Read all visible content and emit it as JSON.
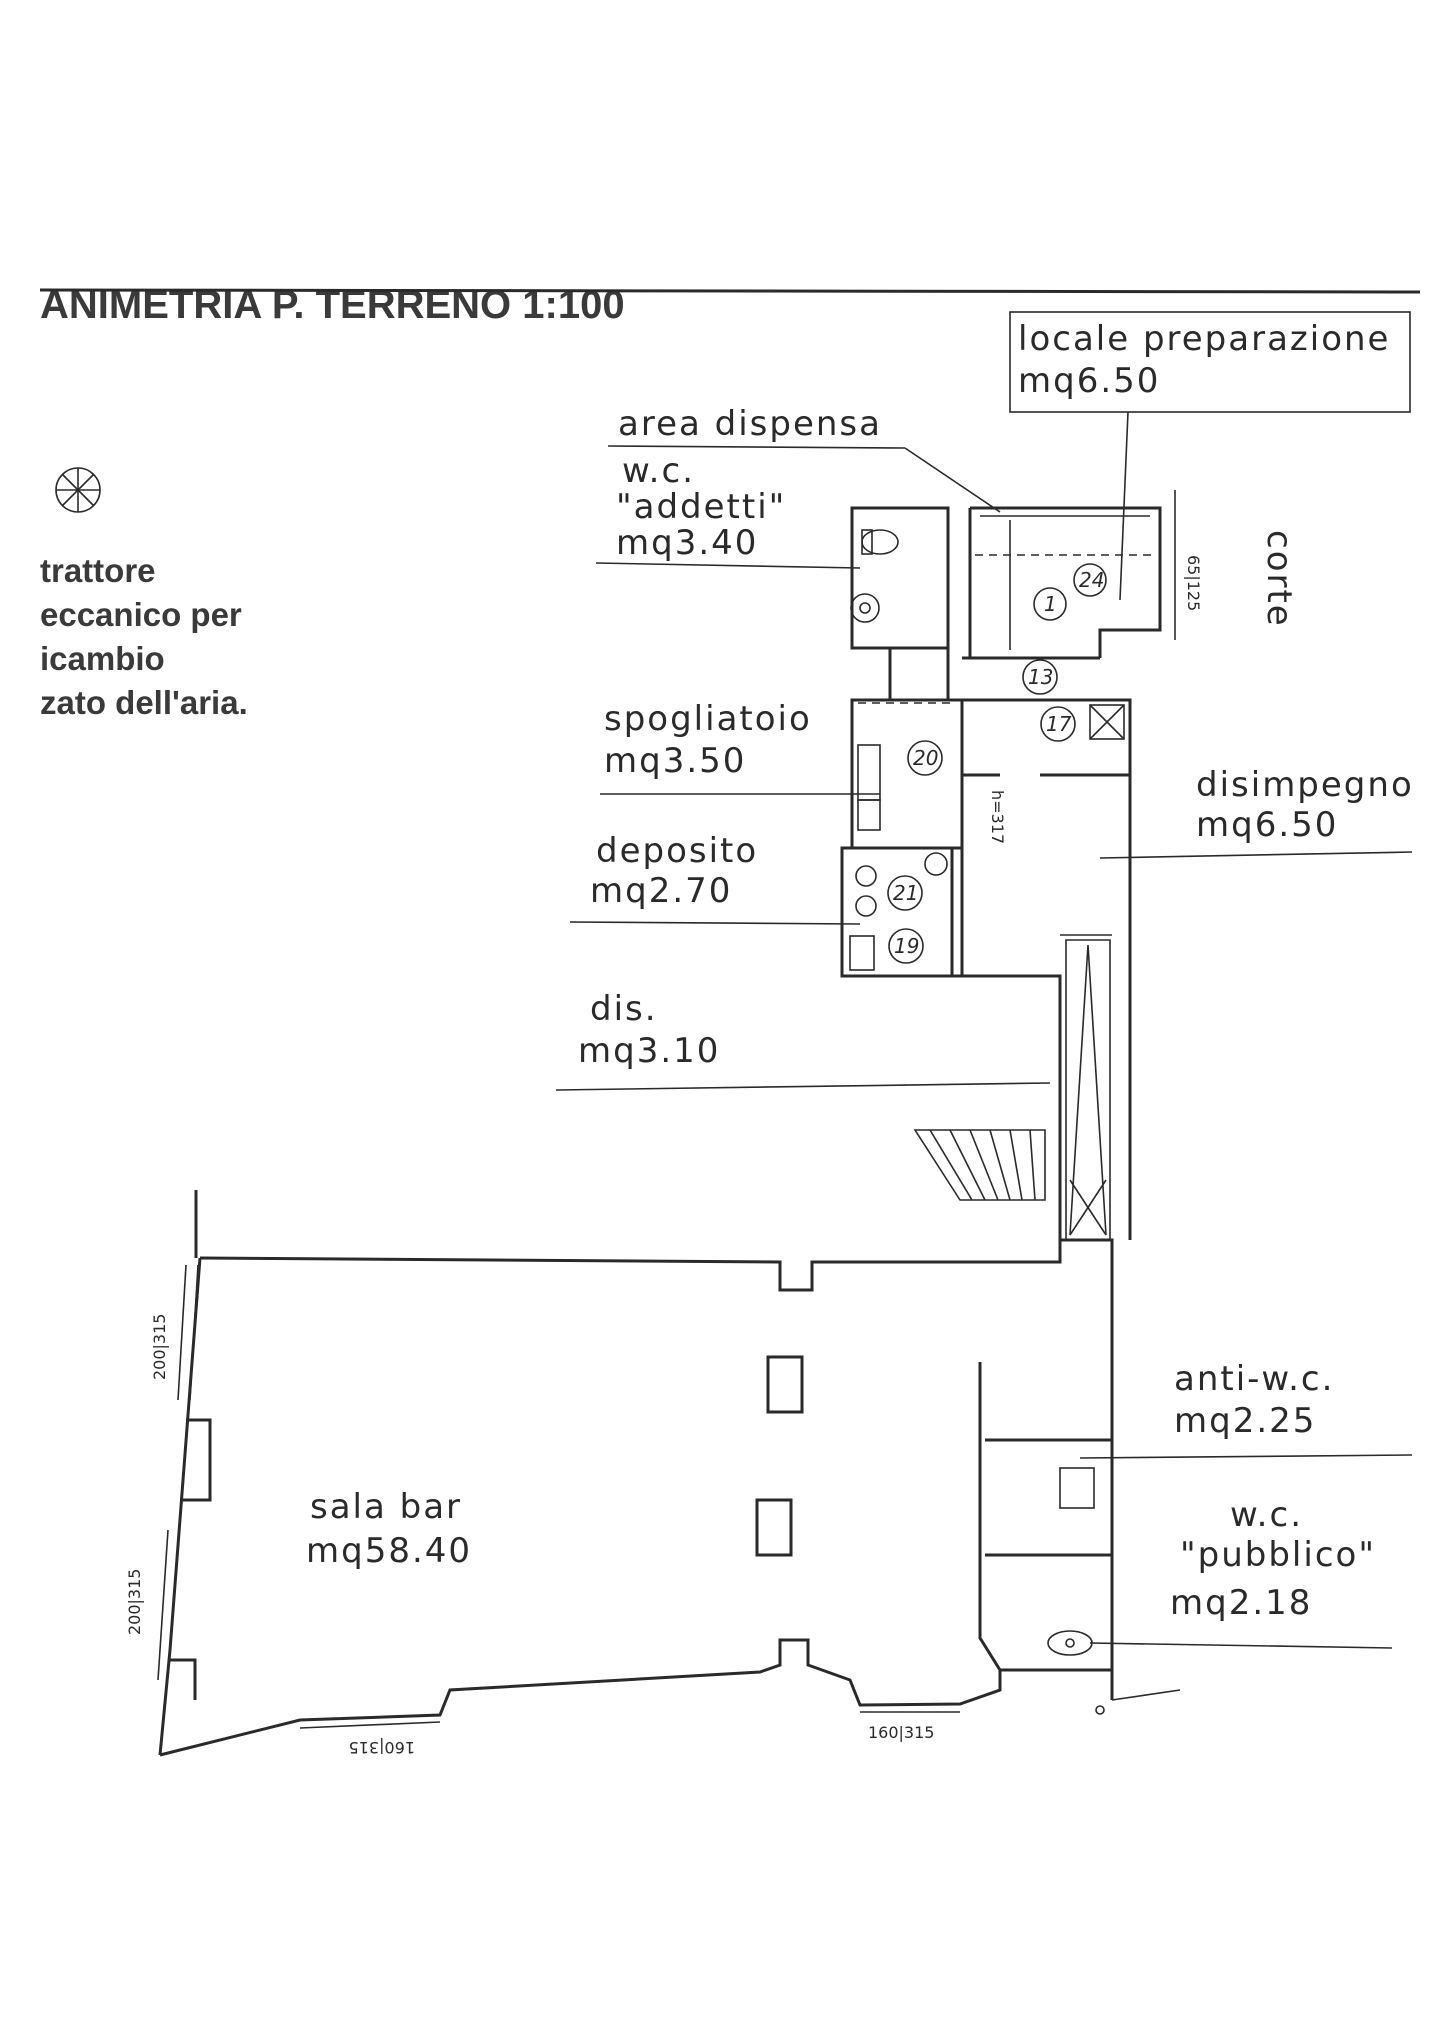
{
  "title": "ANIMETRIA P. TERRENO 1:100",
  "note_lines": [
    "trattore",
    "eccanico per",
    "icambio",
    "zato dell'aria."
  ],
  "rooms": {
    "locale_preparazione": {
      "name": "locale preparazione",
      "area": "mq6.50"
    },
    "area_dispensa": {
      "name": "area dispensa"
    },
    "wc_addetti": {
      "name": "w.c.",
      "name2": "\"addetti\"",
      "area": "mq3.40"
    },
    "spogliatoio": {
      "name": "spogliatoio",
      "area": "mq3.50"
    },
    "deposito": {
      "name": "deposito",
      "area": "mq2.70"
    },
    "disimpegno": {
      "name": "disimpegno",
      "area": "mq6.50"
    },
    "dis": {
      "name": "dis.",
      "area": "mq3.10"
    },
    "sala_bar": {
      "name": "sala bar",
      "area": "mq58.40"
    },
    "anti_wc": {
      "name": "anti-w.c.",
      "area": "mq2.25"
    },
    "wc_pubblico": {
      "name": "w.c.",
      "name2": "\"pubblico\"",
      "area": "mq2.18"
    },
    "corte": {
      "name": "corte"
    }
  },
  "dimensions": {
    "window_left_upper": "200|315",
    "window_left_lower": "200|315",
    "window_bottom_left": "160|315",
    "window_bottom_right": "160|315",
    "window_corte": "65|125",
    "height_disimpegno": "h=317"
  },
  "fixture_numbers": [
    "24",
    "1",
    "13",
    "17",
    "20",
    "21",
    "19"
  ],
  "icons": [
    "compass-icon",
    "toilet-icon",
    "sink-icon",
    "shower-icon"
  ]
}
